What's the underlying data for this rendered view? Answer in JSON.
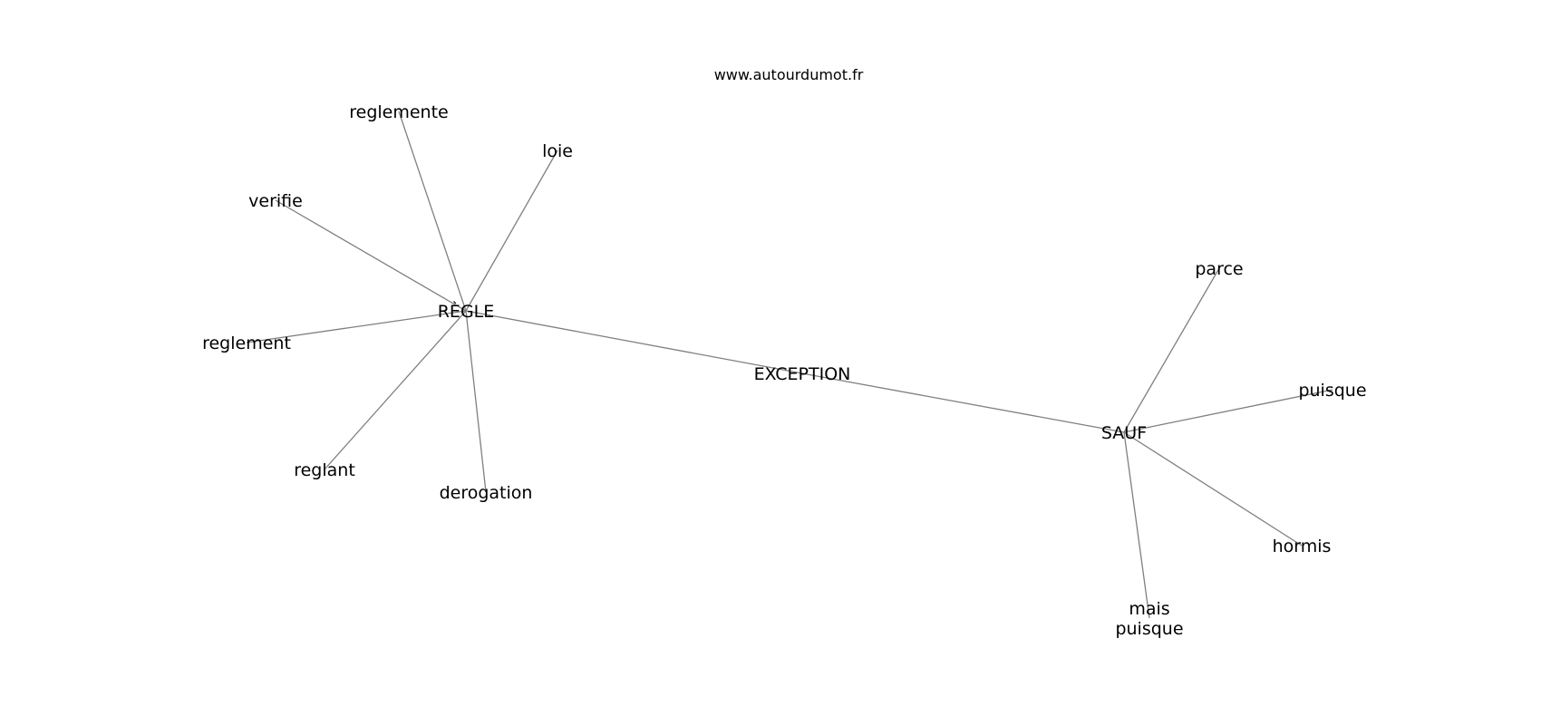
{
  "site": "www.autourdumot.fr",
  "colors": {
    "edge": "#7f7f7f",
    "text": "#000000",
    "background": "#ffffff"
  },
  "nodes": [
    {
      "id": "exception",
      "lines": [
        "EXCEPTION"
      ]
    },
    {
      "id": "regle",
      "lines": [
        "RÈGLE"
      ]
    },
    {
      "id": "sauf",
      "lines": [
        "SAUF"
      ]
    },
    {
      "id": "reglemente",
      "lines": [
        "reglemente"
      ]
    },
    {
      "id": "loie",
      "lines": [
        "loie"
      ]
    },
    {
      "id": "verifie",
      "lines": [
        "verifie"
      ]
    },
    {
      "id": "reglement",
      "lines": [
        "reglement"
      ]
    },
    {
      "id": "reglant",
      "lines": [
        "reglant"
      ]
    },
    {
      "id": "derogation",
      "lines": [
        "derogation"
      ]
    },
    {
      "id": "parce",
      "lines": [
        "parce"
      ]
    },
    {
      "id": "puisque",
      "lines": [
        "puisque"
      ]
    },
    {
      "id": "hormis",
      "lines": [
        "hormis"
      ]
    },
    {
      "id": "mais-puisque",
      "lines": [
        "mais",
        "puisque"
      ]
    }
  ],
  "edges": [
    [
      "regle",
      "exception"
    ],
    [
      "exception",
      "sauf"
    ],
    [
      "regle",
      "reglemente"
    ],
    [
      "regle",
      "loie"
    ],
    [
      "regle",
      "verifie"
    ],
    [
      "regle",
      "reglement"
    ],
    [
      "regle",
      "reglant"
    ],
    [
      "regle",
      "derogation"
    ],
    [
      "sauf",
      "parce"
    ],
    [
      "sauf",
      "puisque"
    ],
    [
      "sauf",
      "hormis"
    ],
    [
      "sauf",
      "mais-puisque"
    ]
  ]
}
